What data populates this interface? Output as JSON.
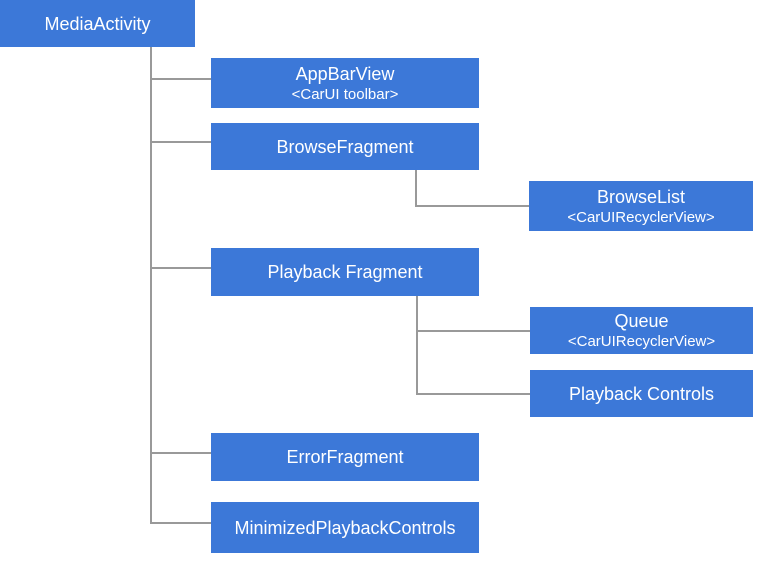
{
  "colors": {
    "node_fill": "#3c78d8",
    "node_text": "#ffffff",
    "connector": "#999999",
    "background": "#ffffff"
  },
  "nodes": {
    "media_activity": {
      "label": "MediaActivity"
    },
    "app_bar_view": {
      "label": "AppBarView",
      "sublabel": "<CarUI toolbar>"
    },
    "browse_fragment": {
      "label": "BrowseFragment"
    },
    "browse_list": {
      "label": "BrowseList",
      "sublabel": "<CarUIRecyclerView>"
    },
    "playback_fragment": {
      "label": "Playback Fragment"
    },
    "queue": {
      "label": "Queue",
      "sublabel": "<CarUIRecyclerView>"
    },
    "playback_controls": {
      "label": "Playback Controls"
    },
    "error_fragment": {
      "label": "ErrorFragment"
    },
    "minimized_playback_controls": {
      "label": "MinimizedPlaybackControls"
    }
  },
  "edges": [
    {
      "from": "MediaActivity",
      "to": "AppBarView"
    },
    {
      "from": "MediaActivity",
      "to": "BrowseFragment"
    },
    {
      "from": "MediaActivity",
      "to": "Playback Fragment"
    },
    {
      "from": "MediaActivity",
      "to": "ErrorFragment"
    },
    {
      "from": "MediaActivity",
      "to": "MinimizedPlaybackControls"
    },
    {
      "from": "BrowseFragment",
      "to": "BrowseList"
    },
    {
      "from": "Playback Fragment",
      "to": "Queue"
    },
    {
      "from": "Playback Fragment",
      "to": "Playback Controls"
    }
  ]
}
